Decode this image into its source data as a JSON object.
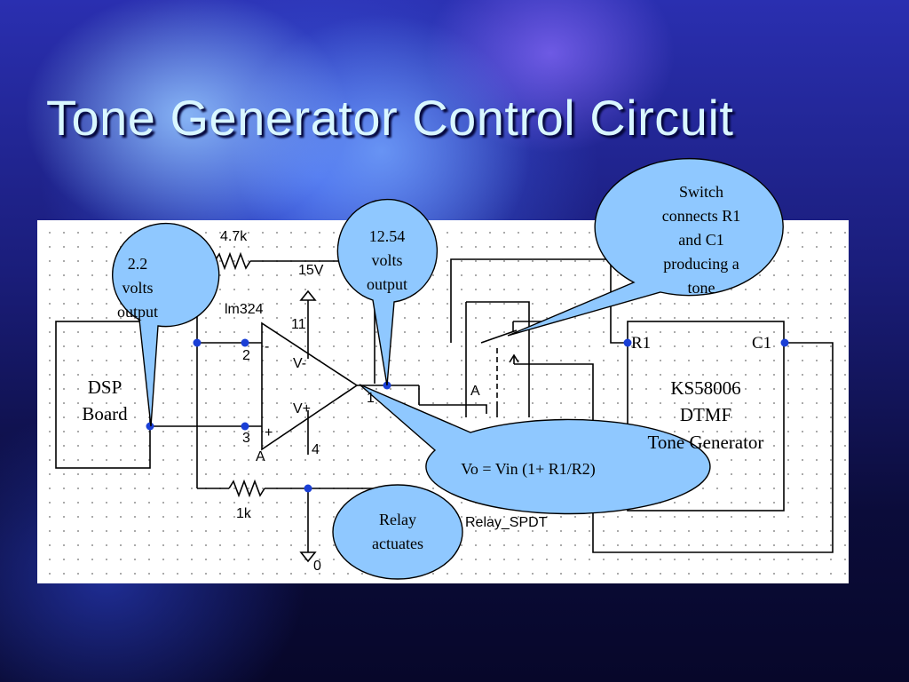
{
  "slide": {
    "title": "Tone Generator Control Circuit"
  },
  "schematic": {
    "resistor_top": "4.7k",
    "resistor_bottom": "1k",
    "opamp_part": "lm324",
    "opamp_section": "A",
    "supply_label": "15V",
    "ground_label": "0",
    "pin_11": "11",
    "pin_4": "4",
    "pin_2": "2",
    "pin_3": "3",
    "pin_1": "1",
    "v_minus": "V-",
    "v_plus": "V+",
    "minus_sign": "-",
    "plus_sign": "+",
    "relay_section": "A",
    "relay_label": "Relay_SPDT",
    "dsp_block": "DSP\nBoard",
    "r1_pin": "R1",
    "c1_pin": "C1",
    "dtmf_block": "KS58006\nDTMF\nTone Generator"
  },
  "callouts": {
    "dsp_output": "2.2\nvolts\noutput",
    "opamp_output": "12.54\nvolts\noutput",
    "switch_note": "Switch\nconnects R1\nand C1\nproducing a\ntone",
    "gain_formula": "Vo = Vin (1+ R1/R2)",
    "relay_note": "Relay\nactuates"
  },
  "colors": {
    "bubble_fill": "#8fc8ff",
    "node_dot": "#1a3fd6",
    "title_text": "#d9f7ff"
  }
}
